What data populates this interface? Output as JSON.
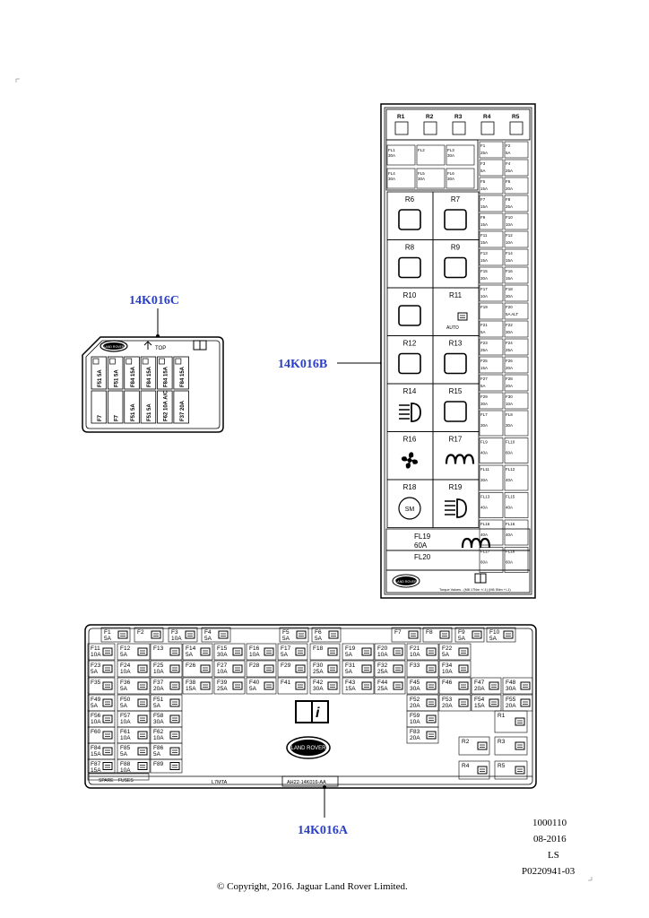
{
  "callouts": {
    "c": "14K016C",
    "b": "14K016B",
    "a": "14K016A"
  },
  "callout_color": "#2a3fc8",
  "box_c": {
    "logo": "LAND ROVER",
    "top_label": "TOP",
    "top_row": [
      "F51 5A",
      "F51 5A",
      "F84 15A",
      "F84 15A",
      "F84 15A",
      "F84 15A"
    ],
    "bottom_row": [
      "F7",
      "F7",
      "F51 5A",
      "F51 5A",
      "F62 10A A/C",
      "F37 20A"
    ]
  },
  "box_b": {
    "relays_top": [
      "R1",
      "R2",
      "R3",
      "R4",
      "R5"
    ],
    "fl_top": [
      {
        "label": "FL1",
        "amp": "30A"
      },
      {
        "label": "FL2",
        "amp": ""
      },
      {
        "label": "FL3",
        "amp": "30A"
      },
      {
        "label": "FL4",
        "amp": "30A"
      },
      {
        "label": "FL5",
        "amp": "30A"
      },
      {
        "label": "FL6",
        "amp": "30A"
      }
    ],
    "big_relays": [
      "R6",
      "R7",
      "R8",
      "R9",
      "R10",
      "R11",
      "R12",
      "R13",
      "R14",
      "R15",
      "R16",
      "R17",
      "R18",
      "R19"
    ],
    "r11_sub": "AUTO",
    "r18_sub": "SM",
    "right_fuses": [
      {
        "l": "F1",
        "a": "25A"
      },
      {
        "l": "F2",
        "a": "5A"
      },
      {
        "l": "F3",
        "a": "5A"
      },
      {
        "l": "F4",
        "a": "25A"
      },
      {
        "l": "F5",
        "a": "15A"
      },
      {
        "l": "F6",
        "a": "20A"
      },
      {
        "l": "F7",
        "a": "15A"
      },
      {
        "l": "F8",
        "a": "25A"
      },
      {
        "l": "F9",
        "a": "15A"
      },
      {
        "l": "F10",
        "a": "10A"
      },
      {
        "l": "F11",
        "a": "15A"
      },
      {
        "l": "F12",
        "a": "10A"
      },
      {
        "l": "F13",
        "a": "15A"
      },
      {
        "l": "F14",
        "a": "15A"
      },
      {
        "l": "F15",
        "a": "30A"
      },
      {
        "l": "F16",
        "a": "15A"
      },
      {
        "l": "F17",
        "a": "10A"
      },
      {
        "l": "F18",
        "a": "30A"
      },
      {
        "l": "F19",
        "a": ""
      },
      {
        "l": "F20",
        "a": "5A ALT"
      },
      {
        "l": "F21",
        "a": "5A"
      },
      {
        "l": "F22",
        "a": "30A"
      },
      {
        "l": "F23",
        "a": "25A"
      },
      {
        "l": "F24",
        "a": "25A"
      },
      {
        "l": "F25",
        "a": "15A"
      },
      {
        "l": "F26",
        "a": "20A"
      },
      {
        "l": "F27",
        "a": "5A"
      },
      {
        "l": "F28",
        "a": "20A"
      },
      {
        "l": "F29",
        "a": "30A"
      },
      {
        "l": "F30",
        "a": "10A"
      },
      {
        "l": "FL7",
        "a": "30A"
      },
      {
        "l": "FL8",
        "a": "30A"
      },
      {
        "l": "FL9",
        "a": "40A"
      },
      {
        "l": "FL10",
        "a": "60A"
      },
      {
        "l": "FL11",
        "a": "30A"
      },
      {
        "l": "FL12",
        "a": "40A"
      },
      {
        "l": "FL13",
        "a": "40A"
      },
      {
        "l": "FL15",
        "a": "40A"
      },
      {
        "l": "FL16",
        "a": "40A"
      },
      {
        "l": "FL16",
        "a": "40A"
      },
      {
        "l": "FL17",
        "a": "60A"
      },
      {
        "l": "FL18",
        "a": "60A"
      }
    ],
    "fl19": "FL19",
    "fl19_amp": "60A",
    "fl20": "FL20",
    "logo": "LAND ROVER",
    "torque": "Torque Values - (M8 17Nm +/-1) (M6 5Nm +/-1)"
  },
  "box_a": {
    "logo": "LAND ROVER",
    "spare": "SPARE",
    "fuses": "FUSES",
    "code_left": "L7MTA",
    "code_right": "AH22-14K016-AA",
    "cells": [
      {
        "l": "F1",
        "a": "5A"
      },
      {
        "l": "F2",
        "a": ""
      },
      {
        "l": "F3",
        "a": "10A"
      },
      {
        "l": "F4",
        "a": "5A"
      },
      {
        "l": "F5",
        "a": "5A"
      },
      {
        "l": "F6",
        "a": "5A"
      },
      {
        "l": "F7",
        "a": ""
      },
      {
        "l": "F8",
        "a": ""
      },
      {
        "l": "F9",
        "a": "5A"
      },
      {
        "l": "F10",
        "a": "5A"
      },
      {
        "l": "F11",
        "a": "10A"
      },
      {
        "l": "F12",
        "a": "5A"
      },
      {
        "l": "F13",
        "a": ""
      },
      {
        "l": "F14",
        "a": "5A"
      },
      {
        "l": "F15",
        "a": "30A"
      },
      {
        "l": "F16",
        "a": "10A"
      },
      {
        "l": "F17",
        "a": "5A"
      },
      {
        "l": "F18",
        "a": ""
      },
      {
        "l": "F19",
        "a": "5A"
      },
      {
        "l": "F20",
        "a": "10A"
      },
      {
        "l": "F21",
        "a": "10A"
      },
      {
        "l": "F22",
        "a": "5A"
      },
      {
        "l": "F23",
        "a": "5A"
      },
      {
        "l": "F24",
        "a": "10A"
      },
      {
        "l": "F25",
        "a": "10A"
      },
      {
        "l": "F26",
        "a": ""
      },
      {
        "l": "F27",
        "a": "10A"
      },
      {
        "l": "F28",
        "a": ""
      },
      {
        "l": "F29",
        "a": ""
      },
      {
        "l": "F30",
        "a": "25A"
      },
      {
        "l": "F31",
        "a": "5A"
      },
      {
        "l": "F32",
        "a": "25A"
      },
      {
        "l": "F33",
        "a": ""
      },
      {
        "l": "F34",
        "a": "10A"
      },
      {
        "l": "F35",
        "a": ""
      },
      {
        "l": "F36",
        "a": "5A"
      },
      {
        "l": "F37",
        "a": "20A"
      },
      {
        "l": "F38",
        "a": "15A"
      },
      {
        "l": "F39",
        "a": "25A"
      },
      {
        "l": "F40",
        "a": "5A"
      },
      {
        "l": "F41",
        "a": ""
      },
      {
        "l": "F42",
        "a": "30A"
      },
      {
        "l": "F43",
        "a": "15A"
      },
      {
        "l": "F44",
        "a": "25A"
      },
      {
        "l": "F45",
        "a": "30A"
      },
      {
        "l": "F46",
        "a": ""
      },
      {
        "l": "F47",
        "a": "20A"
      },
      {
        "l": "F48",
        "a": "30A"
      },
      {
        "l": "F49",
        "a": "5A"
      },
      {
        "l": "F50",
        "a": "5A"
      },
      {
        "l": "F51",
        "a": "5A"
      },
      {
        "l": "F52",
        "a": "20A"
      },
      {
        "l": "F53",
        "a": "20A"
      },
      {
        "l": "F54",
        "a": "15A"
      },
      {
        "l": "F55",
        "a": "20A"
      },
      {
        "l": "F56",
        "a": "10A"
      },
      {
        "l": "F57",
        "a": "10A"
      },
      {
        "l": "F58",
        "a": "30A"
      },
      {
        "l": "F59",
        "a": "10A"
      },
      {
        "l": "F60",
        "a": ""
      },
      {
        "l": "F61",
        "a": "10A"
      },
      {
        "l": "F62",
        "a": "10A"
      },
      {
        "l": "F83",
        "a": "20A"
      },
      {
        "l": "F84",
        "a": "15A"
      },
      {
        "l": "F85",
        "a": "5A"
      },
      {
        "l": "F86",
        "a": "5A"
      },
      {
        "l": "F87",
        "a": "15A"
      },
      {
        "l": "F88",
        "a": "10A"
      },
      {
        "l": "F89",
        "a": ""
      },
      {
        "l": "R1",
        "a": ""
      },
      {
        "l": "R2",
        "a": ""
      },
      {
        "l": "R3",
        "a": ""
      },
      {
        "l": "R4",
        "a": ""
      },
      {
        "l": "R5",
        "a": ""
      }
    ]
  },
  "footer": {
    "id": "1000110",
    "date": "08-2016",
    "ls": "LS",
    "part": "P0220941-03",
    "copyright": "© Copyright, 2016. Jaguar Land Rover Limited."
  }
}
